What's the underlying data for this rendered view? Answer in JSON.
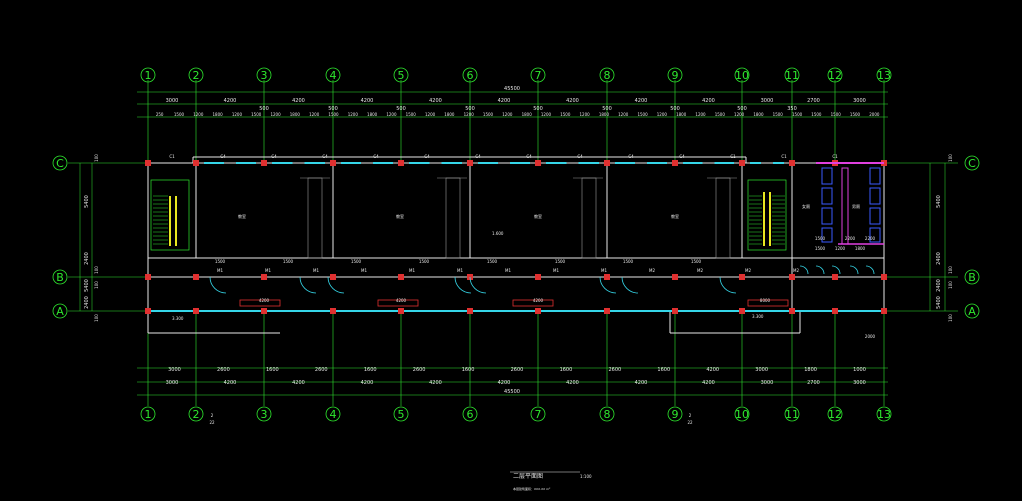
{
  "drawing": {
    "title": "二层平面图",
    "scale": "1:100",
    "subtitle": "本层建筑面积：XXX.XX m²",
    "overall_length": "45500",
    "axes_x": [
      "1",
      "2",
      "3",
      "4",
      "5",
      "6",
      "7",
      "8",
      "9",
      "10",
      "11",
      "12",
      "13"
    ],
    "axes_y": [
      "C",
      "B",
      "A"
    ],
    "top_dims_row1": [
      "3000",
      "4200",
      "4200",
      "4200",
      "4200",
      "4200",
      "4200",
      "4200",
      "4200",
      "3000",
      "2700",
      "3000"
    ],
    "top_dims_row1_between": [
      "500",
      "500",
      "500",
      "500",
      "500",
      "500",
      "500",
      "500",
      "350"
    ],
    "top_dims_row2": [
      "250",
      "1500",
      "1200",
      "1800",
      "1200",
      "1500",
      "1200",
      "1800",
      "1200",
      "1500",
      "1200",
      "1800",
      "1200",
      "1500",
      "1200",
      "1800",
      "1200",
      "1500",
      "1200",
      "1800",
      "1200",
      "1500",
      "1200",
      "1800",
      "1200",
      "1500",
      "1200",
      "1800",
      "1200",
      "1500",
      "1200",
      "1800",
      "1500",
      "1500",
      "1500",
      "1500",
      "1500",
      "2000"
    ],
    "bottom_dims_row1": [
      "3000",
      "2600",
      "1600",
      "2600",
      "1600",
      "2600",
      "1600",
      "2600",
      "1600",
      "2600",
      "1600",
      "4200",
      "3000",
      "1800",
      "1000"
    ],
    "bottom_dims_row2": [
      "3000",
      "4200",
      "4200",
      "4200",
      "4200",
      "4200",
      "4200",
      "4200",
      "4200",
      "3000",
      "2700",
      "3000"
    ],
    "bottom_overall": "45500",
    "left_dims": [
      "5400",
      "2400",
      "5400",
      "2400"
    ],
    "left_dims_small": [
      "100",
      "100",
      "100",
      "100"
    ],
    "right_dims": [
      "5400",
      "2400",
      "2400",
      "5400"
    ],
    "right_dims_small": [
      "100",
      "100",
      "100",
      "100"
    ],
    "elevation_label": "3.300",
    "elevation_label_2": "3.300",
    "room_labels": [
      "教室",
      "教室",
      "教室",
      "教室",
      "女厕",
      "男厕"
    ],
    "window_tags_top": [
      "C1",
      "C4",
      "C4",
      "C4",
      "C4",
      "C4",
      "C4",
      "C4",
      "C4",
      "C4",
      "C4",
      "C1",
      "C1",
      "C1"
    ],
    "door_tags": [
      "M1",
      "M1",
      "M1",
      "M1",
      "M1",
      "M1",
      "M1",
      "M1",
      "M1",
      "M2",
      "M2",
      "M2",
      "M2"
    ],
    "section_marks": [
      "2",
      "22",
      "2",
      "22"
    ],
    "level_mark": "1.600",
    "callout_labels": [
      "4200",
      "4200",
      "4200",
      "8000"
    ],
    "corridor_dims": [
      "1500",
      "1500",
      "1500",
      "1500",
      "1500",
      "1500",
      "1500",
      "1500"
    ],
    "side_numbers": [
      "1500",
      "2200",
      "2200",
      "1500",
      "1200",
      "1800",
      "2000"
    ]
  }
}
